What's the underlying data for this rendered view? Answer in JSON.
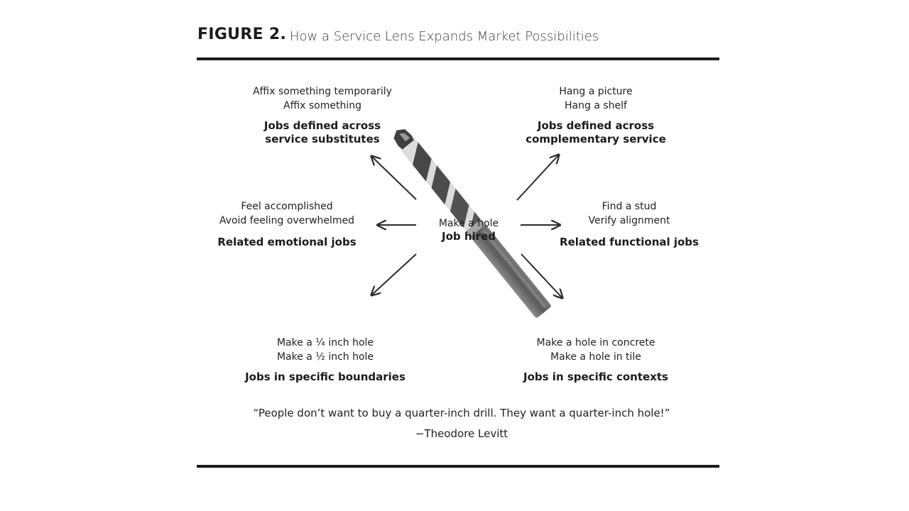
{
  "figure": {
    "label": "FIGURE 2.",
    "title": "How a Service Lens Expands Market Possibilities"
  },
  "center": {
    "line": "Make a hole",
    "bold": "Job hired"
  },
  "nodes": {
    "top_left": {
      "lines": [
        "Affix something temporarily",
        "Affix something"
      ],
      "bold": [
        "Jobs defined across",
        "service substitutes"
      ]
    },
    "top_right": {
      "lines": [
        "Hang a picture",
        "Hang a shelf"
      ],
      "bold": [
        "Jobs defined across",
        "complementary service"
      ]
    },
    "mid_left": {
      "lines": [
        "Feel accomplished",
        "Avoid feeling overwhelmed"
      ],
      "bold": [
        "Related emotional jobs"
      ]
    },
    "mid_right": {
      "lines": [
        "Find a stud",
        "Verify alignment"
      ],
      "bold": [
        "Related functional jobs"
      ]
    },
    "bottom_left": {
      "lines": [
        "Make a ¼  inch hole",
        "Make a ½  inch hole"
      ],
      "bold": [
        "Jobs in specific boundaries"
      ]
    },
    "bottom_right": {
      "lines": [
        "Make a hole in concrete",
        "Make a hole in tile"
      ],
      "bold": [
        "Jobs in specific contexts"
      ]
    }
  },
  "quote": {
    "text": "“People don’t want to buy a quarter-inch drill. They want a quarter-inch hole!”",
    "author": "−Theodore Levitt"
  },
  "colors": {
    "rule": "#1c1c1c",
    "arrow": "#2a2a2a",
    "drill_dark": "#4a4a4a",
    "drill_light": "#d8d8d8"
  }
}
